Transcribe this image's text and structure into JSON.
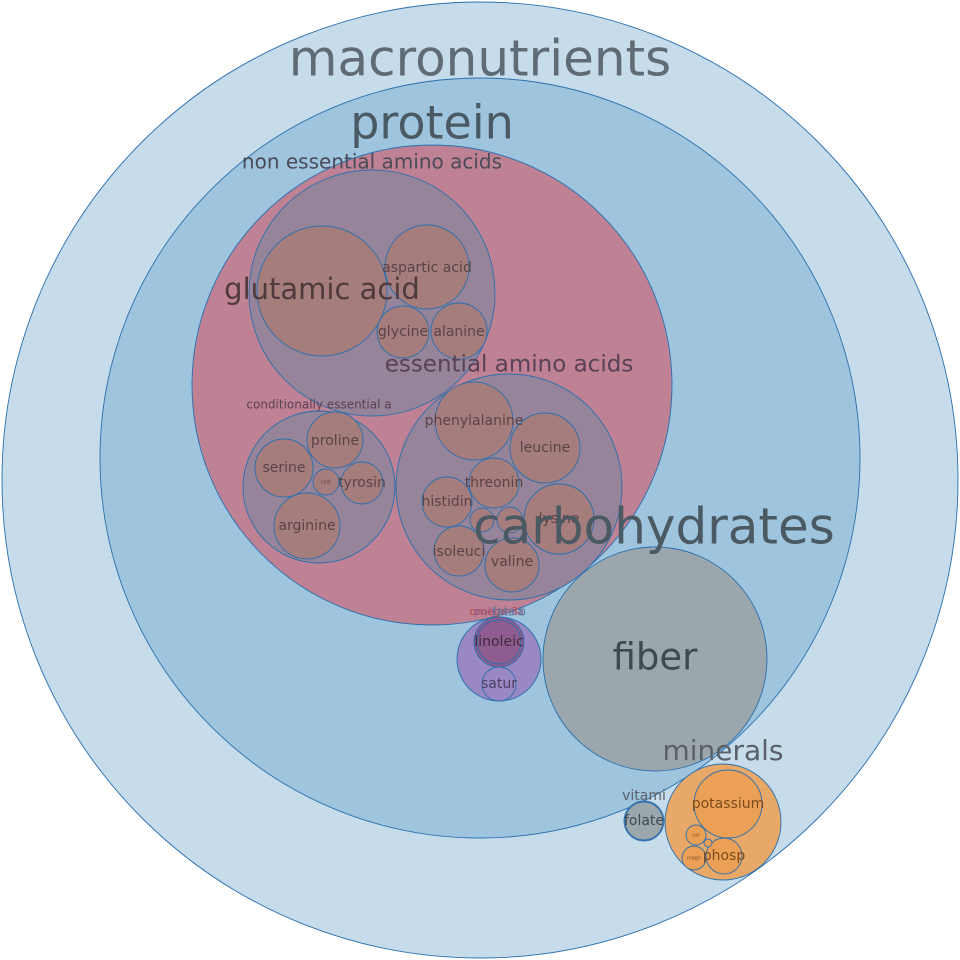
{
  "chart_data": {
    "type": "bubble",
    "nodes": [
      {
        "id": "macronutrients",
        "label": "macronutrients",
        "color": "#c6dceb",
        "labelColor": "#5f6b75"
      },
      {
        "id": "protein",
        "label": "protein",
        "color": "#9ec4de",
        "labelColor": "#4b5963"
      },
      {
        "id": "protein-inner",
        "label": "",
        "color": "#be8294",
        "labelColor": "#000000"
      },
      {
        "id": "non-essential-amino-acids",
        "label": "non essential amino acids",
        "color": "#95849a",
        "labelColor": "#4b4b58"
      },
      {
        "id": "glutamic-acid",
        "label": "glutamic acid",
        "color": "#a67d7d",
        "labelColor": "#4f3a3c"
      },
      {
        "id": "aspartic-acid",
        "label": "aspartic acid",
        "color": "#a67d7d",
        "labelColor": "#5a4347"
      },
      {
        "id": "glycine",
        "label": "glycine",
        "color": "#a67d7d",
        "labelColor": "#5a4347"
      },
      {
        "id": "alanine",
        "label": "alanine",
        "color": "#a67d7d",
        "labelColor": "#5a4347"
      },
      {
        "id": "essential-amino-acids",
        "label": "essential amino acids",
        "color": "#95849a",
        "labelColor": "#5a4155"
      },
      {
        "id": "phenylalanine",
        "label": "phenylalanine",
        "color": "#a67d7d",
        "labelColor": "#5a4347"
      },
      {
        "id": "leucine",
        "label": "leucine",
        "color": "#a67d7d",
        "labelColor": "#5a4347"
      },
      {
        "id": "threonine",
        "label": "threonin",
        "color": "#a67d7d",
        "labelColor": "#5a4347"
      },
      {
        "id": "histidine",
        "label": "histidin",
        "color": "#a67d7d",
        "labelColor": "#5a4347"
      },
      {
        "id": "lysine",
        "label": "lysine",
        "color": "#a67d7d",
        "labelColor": "#5a4347"
      },
      {
        "id": "small-ea-1",
        "label": "",
        "color": "#a67d7d",
        "labelColor": "#5a4347"
      },
      {
        "id": "small-ea-2",
        "label": "",
        "color": "#a67d7d",
        "labelColor": "#5a4347"
      },
      {
        "id": "isoleucine",
        "label": "isoleuci",
        "color": "#a67d7d",
        "labelColor": "#5a4347"
      },
      {
        "id": "valine",
        "label": "valine",
        "color": "#a67d7d",
        "labelColor": "#5a4347"
      },
      {
        "id": "conditionally-essential",
        "label": "conditionally essential a",
        "color": "#95849a",
        "labelColor": "#5a4155"
      },
      {
        "id": "proline",
        "label": "proline",
        "color": "#a67d7d",
        "labelColor": "#5a4347"
      },
      {
        "id": "serine",
        "label": "serine",
        "color": "#a67d7d",
        "labelColor": "#5a4347"
      },
      {
        "id": "cysteine",
        "label": "cyst",
        "color": "#a67d7d",
        "labelColor": "#5a4347"
      },
      {
        "id": "tyrosine",
        "label": "tyrosin",
        "color": "#a67d7d",
        "labelColor": "#5a4347"
      },
      {
        "id": "arginine",
        "label": "arginine",
        "color": "#a67d7d",
        "labelColor": "#5a4347"
      },
      {
        "id": "fats",
        "label": "",
        "color": "#9a88c4",
        "labelColor": "#5a4a7a"
      },
      {
        "id": "polyunsaturated",
        "label": "",
        "color": "#8e5c8e",
        "labelColor": "#3e2a3e"
      },
      {
        "id": "linoleic",
        "label": "linoleic",
        "color": "#8e5c8e",
        "labelColor": "#3e2a3e"
      },
      {
        "id": "saturated",
        "label": "satur",
        "color": "#9a88c4",
        "labelColor": "#4a4060"
      },
      {
        "id": "carbohydrates",
        "label": "carbohydrates",
        "color": "#9ec4de",
        "labelColor": "#4b5963"
      },
      {
        "id": "fiber",
        "label": "fiber",
        "color": "#9ba7ac",
        "labelColor": "#3f4a4e"
      },
      {
        "id": "minerals",
        "label": "minerals",
        "color": "#e8a867",
        "labelColor": "#5a6168"
      },
      {
        "id": "potassium",
        "label": "potassium",
        "color": "#eca056",
        "labelColor": "#7a4b1f"
      },
      {
        "id": "phosphorus",
        "label": "phosp",
        "color": "#eca056",
        "labelColor": "#7a4b1f"
      },
      {
        "id": "calcium",
        "label": "cal",
        "color": "#eca056",
        "labelColor": "#7a4b1f"
      },
      {
        "id": "magnesium",
        "label": "magn",
        "color": "#eca056",
        "labelColor": "#7a4b1f"
      },
      {
        "id": "mineral-small",
        "label": "",
        "color": "#eca056",
        "labelColor": "#7a4b1f"
      },
      {
        "id": "vitamins",
        "label": "vitami",
        "color": "#9ba7ac",
        "labelColor": "#5a6168"
      },
      {
        "id": "folate",
        "label": "folate",
        "color": "#9ba7ac",
        "labelColor": "#3f4a4e"
      }
    ],
    "overlap_labels": [
      {
        "id": "omega-3",
        "label": "omega-3",
        "color": "#b84848"
      },
      {
        "id": "polyunsat",
        "label": "polyunsa",
        "color": "#8e5c8e"
      },
      {
        "id": "fats-b",
        "label": "fats b",
        "color": "#5a7a9a"
      }
    ]
  }
}
